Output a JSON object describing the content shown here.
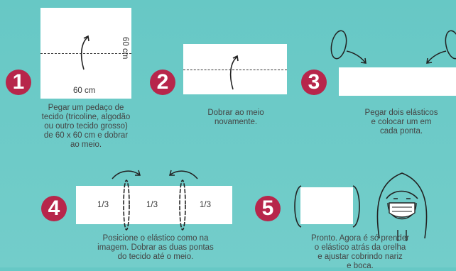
{
  "steps": [
    {
      "number": "1",
      "caption": "Pegar um pedaço de\ntecido (tricoline, algodão\nou outro tecido grosso)\nde 60 x 60 cm e dobrar\nao meio.",
      "width_label": "60 cm",
      "height_label": "60 cm"
    },
    {
      "number": "2",
      "caption": "Dobrar ao meio\nnovamente."
    },
    {
      "number": "3",
      "caption": "Pegar dois elásticos\ne colocar um em\ncada ponta."
    },
    {
      "number": "4",
      "caption": "Posicione o elástico como na\nimagem. Dobrar as duas pontas\ndo tecido até o meio.",
      "sections": [
        "1/3",
        "1/3",
        "1/3"
      ]
    },
    {
      "number": "5",
      "caption": "Pronto. Agora é só prender\no elástico atrás da orelha\ne ajustar cobrindo nariz\ne boca."
    }
  ],
  "colors": {
    "badge": "#b7264b",
    "background": "#67c8c5",
    "cloth": "#ffffff"
  },
  "icons": [
    "curved-arrow-icon",
    "elastic-loop-icon",
    "face-with-mask-icon"
  ]
}
